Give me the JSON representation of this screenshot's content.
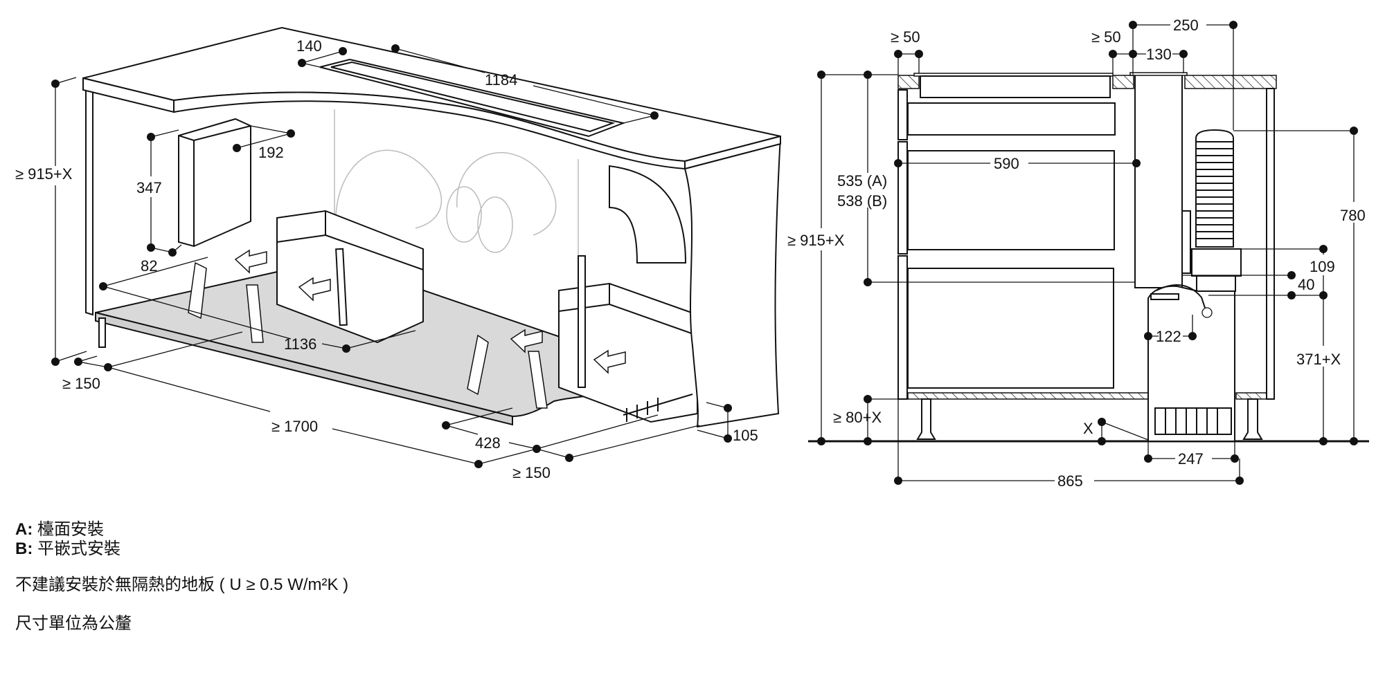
{
  "perspective_view": {
    "dimensions": {
      "overall_height": "≥ 915+X",
      "slot_width": "140",
      "slot_length": "1184",
      "box_depth": "192",
      "box_height": "347",
      "box_offset": "82",
      "unit_spacing": "1136",
      "left_clearance": "≥ 150",
      "plinth_length": "≥ 1700",
      "plinth_depth": "428",
      "right_clearance": "≥ 150",
      "plinth_height": "105"
    }
  },
  "side_view": {
    "dimensions": {
      "overall_height": "≥ 915+X",
      "depth_a": "535 (A)",
      "depth_b": "538 (B)",
      "front_clearance": "≥ 50",
      "rear_clearance": "≥ 50",
      "duct_width": "130",
      "duct_offset": "250",
      "drawer_depth": "590",
      "fan_height": "780",
      "outlet_height": "109",
      "connector_gap": "40",
      "unit_height": "371+X",
      "connector_offset": "122",
      "plinth_height": "≥ 80+X",
      "floor_gap": "X",
      "unit_depth": "247",
      "cabinet_depth": "865"
    }
  },
  "legend": {
    "a_key": "A:",
    "a_text": "檯面安裝",
    "b_key": "B:",
    "b_text": "平嵌式安裝",
    "floor_note": "不建議安裝於無隔熱的地板 ( U ≥ 0.5 W/m²K )",
    "units_note": "尺寸單位為公釐"
  }
}
